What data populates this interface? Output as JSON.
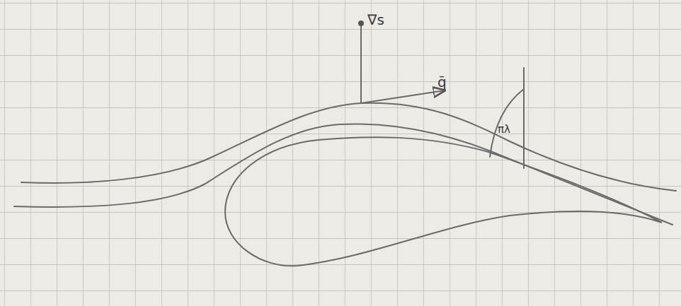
{
  "diagram": {
    "labels": [
      "∇s",
      "q̄",
      "πλ"
    ]
  }
}
